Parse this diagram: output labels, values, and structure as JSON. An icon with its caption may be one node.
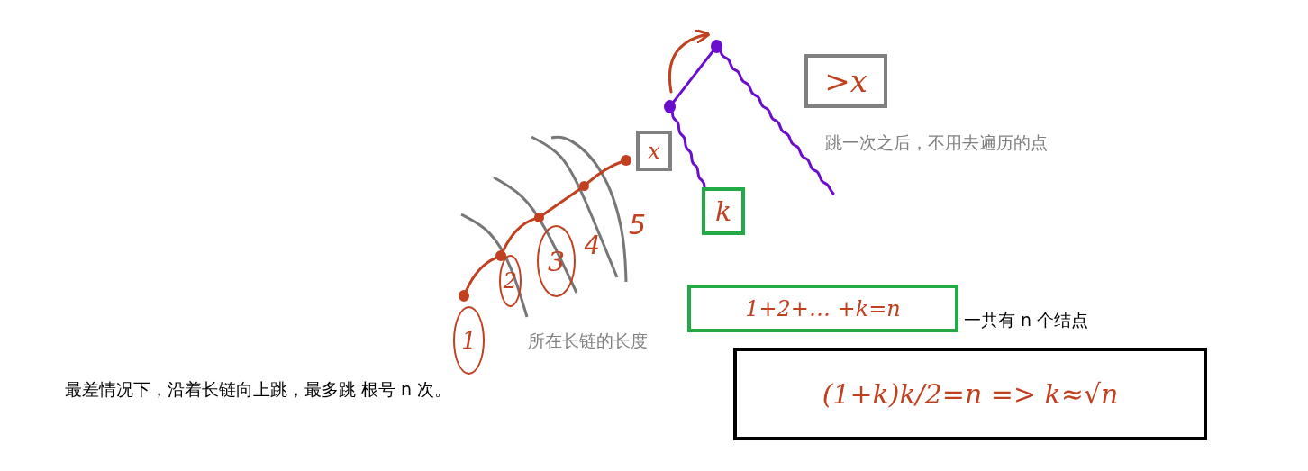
{
  "diagram": {
    "nodes": [
      {
        "text": [],
        "shape": "circle"
      },
      {
        "text": [],
        "shape": "circle"
      },
      {
        "text": [
          ">x"
        ]
      },
      {
        "text": [
          "x"
        ]
      },
      {
        "text": [],
        "shape": "circle"
      },
      {
        "text": [],
        "shape": "circle"
      },
      {
        "text": [],
        "shape": "circle"
      },
      {
        "text": [
          "k"
        ]
      },
      {
        "text": [],
        "shape": "circle"
      },
      {
        "text": [],
        "shape": "circle"
      },
      {
        "text": [
          "2"
        ]
      },
      {
        "text": [
          "3"
        ]
      },
      {
        "text": [
          "1"
        ]
      },
      {
        "text": [
          "1+2+… +k=n"
        ]
      },
      {
        "text": [
          "(1+k)k/2=n => k≈√n"
        ]
      }
    ],
    "edges": [
      {
        "from": 1,
        "to": 0,
        "arrow": "none",
        "color": "#6a0dcc"
      },
      {
        "from": 1,
        "to": 0,
        "arrow": "to"
      },
      {
        "from": 1,
        "to": 7,
        "arrow": "none",
        "color": "#6a0dcc"
      },
      {
        "from": 0,
        "to": null,
        "arrow": "none",
        "color": "#6a0dcc"
      },
      {
        "from": 9,
        "to": 8,
        "arrow": "none"
      },
      {
        "from": 8,
        "to": 6,
        "arrow": "none"
      },
      {
        "from": 6,
        "to": 5,
        "arrow": "none"
      },
      {
        "from": 5,
        "to": 4,
        "arrow": "none"
      }
    ],
    "labels": [
      "跳一次之后，不用去遍历的点",
      "4",
      "5",
      "一共有 n 个结点",
      "所在长链的长度",
      "最差情况下，沿着长链向上跳，最多跳 根号 n 次。"
    ]
  }
}
